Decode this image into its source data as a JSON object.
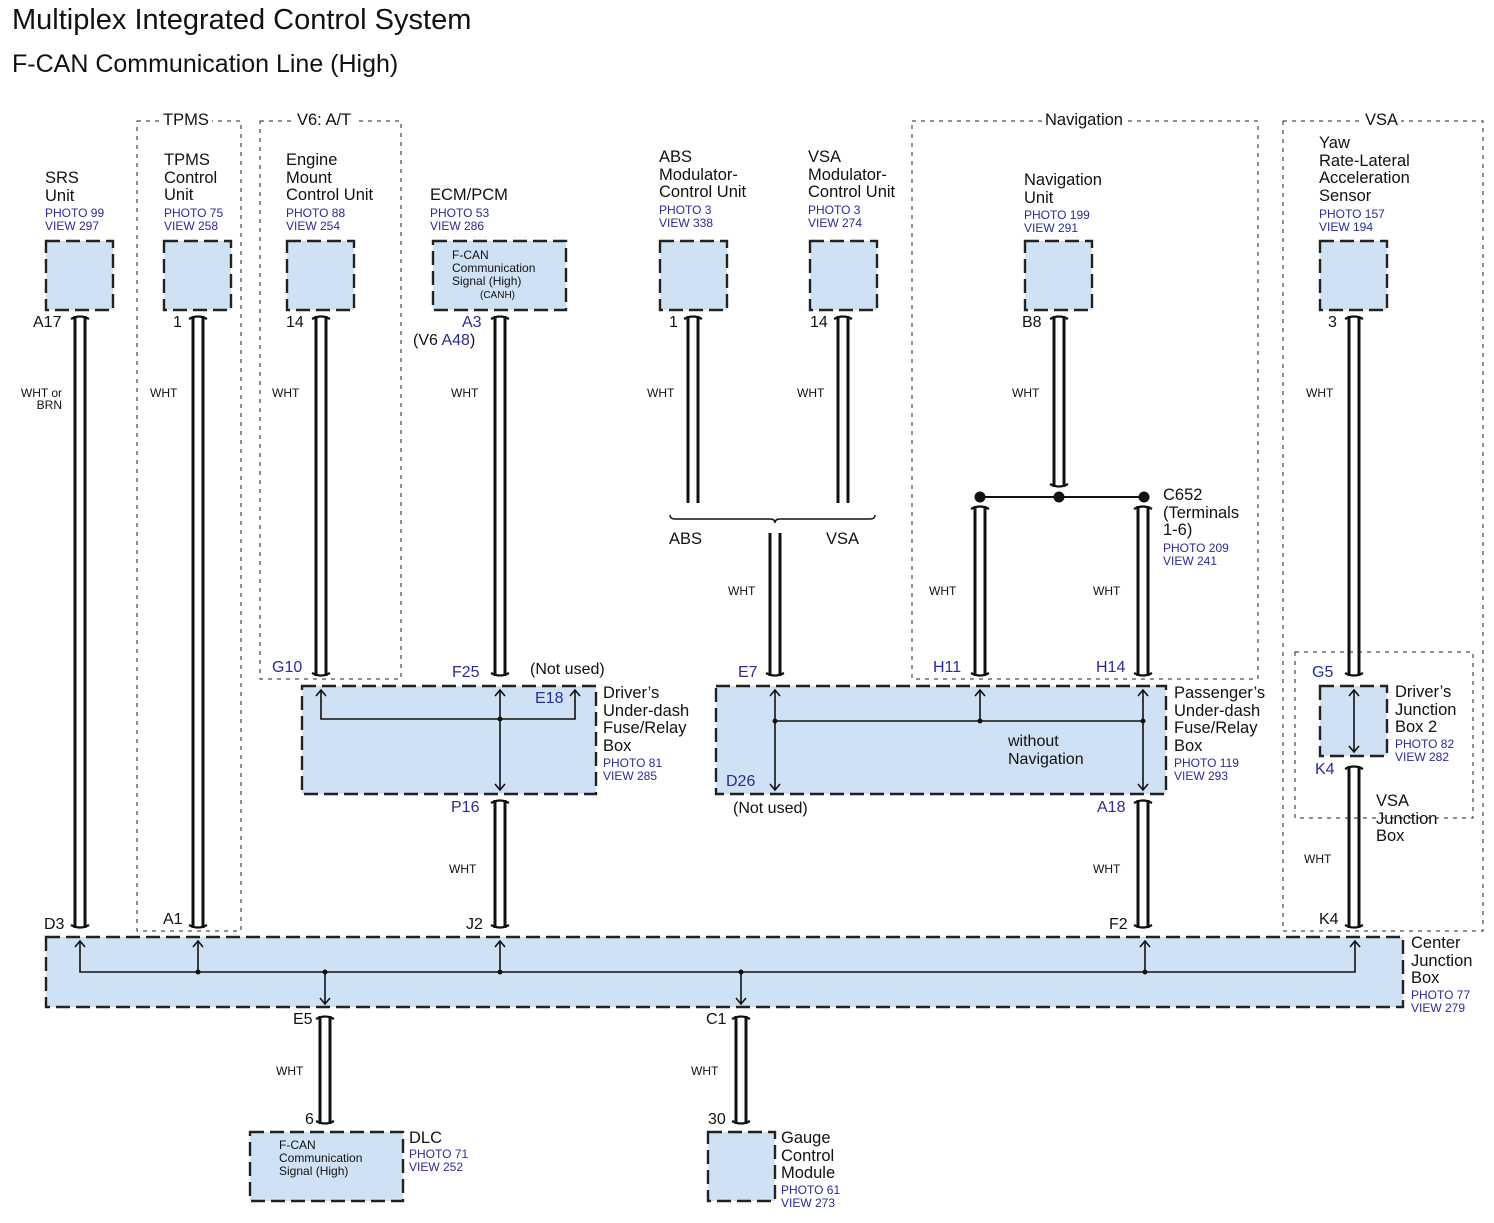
{
  "header": {
    "title": "Multiplex Integrated Control System",
    "subtitle": "F-CAN Communication Line (High)"
  },
  "groups": {
    "tpms": "TPMS",
    "v6at": "V6: A/T",
    "navigation": "Navigation",
    "vsa": "VSA"
  },
  "components": {
    "srs": {
      "name": "SRS\nUnit",
      "photo": "PHOTO 99",
      "view": "VIEW 297",
      "pin": "A17",
      "wire": "WHT or\nBRN"
    },
    "tpms": {
      "name": "TPMS\nControl\nUnit",
      "photo": "PHOTO 75",
      "view": "VIEW 258",
      "pin": "1",
      "wire": "WHT"
    },
    "engine_mount": {
      "name": "Engine\nMount\nControl Unit",
      "photo": "PHOTO 88",
      "view": "VIEW 254",
      "pin": "14",
      "wire": "WHT"
    },
    "ecm": {
      "name": "ECM/PCM",
      "photo": "PHOTO 53",
      "view": "VIEW 286",
      "inner": "F-CAN\nCommunication\nSignal (High)",
      "inner2": "(CANH)",
      "pin": "A3",
      "pin_alt_prefix": "(V6 ",
      "pin_alt": "A48",
      "pin_alt_suffix": ")",
      "wire": "WHT"
    },
    "abs": {
      "name": "ABS\nModulator-\nControl Unit",
      "photo": "PHOTO 3",
      "view": "VIEW 338",
      "pin": "1",
      "wire": "WHT"
    },
    "vsa_mod": {
      "name": "VSA\nModulator-\nControl Unit",
      "photo": "PHOTO 3",
      "view": "VIEW 274",
      "pin": "14",
      "wire": "WHT"
    },
    "nav": {
      "name": "Navigation\nUnit",
      "photo": "PHOTO 199",
      "view": "VIEW 291",
      "pin": "B8",
      "wire": "WHT"
    },
    "yaw": {
      "name": "Yaw\nRate-Lateral\nAcceleration\nSensor",
      "photo": "PHOTO 157",
      "view": "VIEW 194",
      "pin": "3",
      "wire": "WHT"
    }
  },
  "brace": {
    "left": "ABS",
    "right": "VSA",
    "wire": "WHT"
  },
  "c652": {
    "name": "C652\n(Terminals\n1-6)",
    "photo": "PHOTO 209",
    "view": "VIEW 241",
    "wire_left": "WHT",
    "wire_right": "WHT"
  },
  "driver_fuse_box": {
    "name": "Driver’s\nUnder-dash\nFuse/Relay\nBox",
    "photo": "PHOTO 81",
    "view": "VIEW 285",
    "pins": {
      "g10": "G10",
      "f25": "F25",
      "e18": "E18",
      "p16": "P16"
    },
    "not_used": "(Not used)",
    "wire_out": "WHT"
  },
  "passenger_fuse_box": {
    "name": "Passenger’s\nUnder-dash\nFuse/Relay\nBox",
    "photo": "PHOTO 119",
    "view": "VIEW 293",
    "pins": {
      "e7": "E7",
      "d26": "D26",
      "h11": "H11",
      "h14": "H14",
      "a18": "A18"
    },
    "not_used": "(Not used)",
    "without_nav": "without\nNavigation",
    "wire_out": "WHT"
  },
  "driver_junction_box2": {
    "name": "Driver’s\nJunction\nBox 2",
    "photo": "PHOTO 82",
    "view": "VIEW 282",
    "pin_in": "G5",
    "pin_out": "K4"
  },
  "vsa_junction_box": {
    "name": "VSA\nJunction\nBox",
    "wire": "WHT"
  },
  "center_junction_box": {
    "name": "Center\nJunction\nBox",
    "photo": "PHOTO 77",
    "view": "VIEW 279",
    "pins": {
      "d3": "D3",
      "a1": "A1",
      "j2": "J2",
      "f2": "F2",
      "k4": "K4",
      "e5": "E5",
      "c1": "C1"
    }
  },
  "dlc": {
    "name": "DLC",
    "photo": "PHOTO 71",
    "view": "VIEW 252",
    "inner": "F-CAN\nCommunication\nSignal (High)",
    "pin": "6",
    "wire": "WHT"
  },
  "gauge": {
    "name": "Gauge\nControl\nModule",
    "photo": "PHOTO 61",
    "view": "VIEW 273",
    "pin": "30",
    "wire": "WHT"
  },
  "colors": {
    "box_fill": "#cfe2f5",
    "ref_text": "#2a2a9a",
    "line": "#111111"
  }
}
